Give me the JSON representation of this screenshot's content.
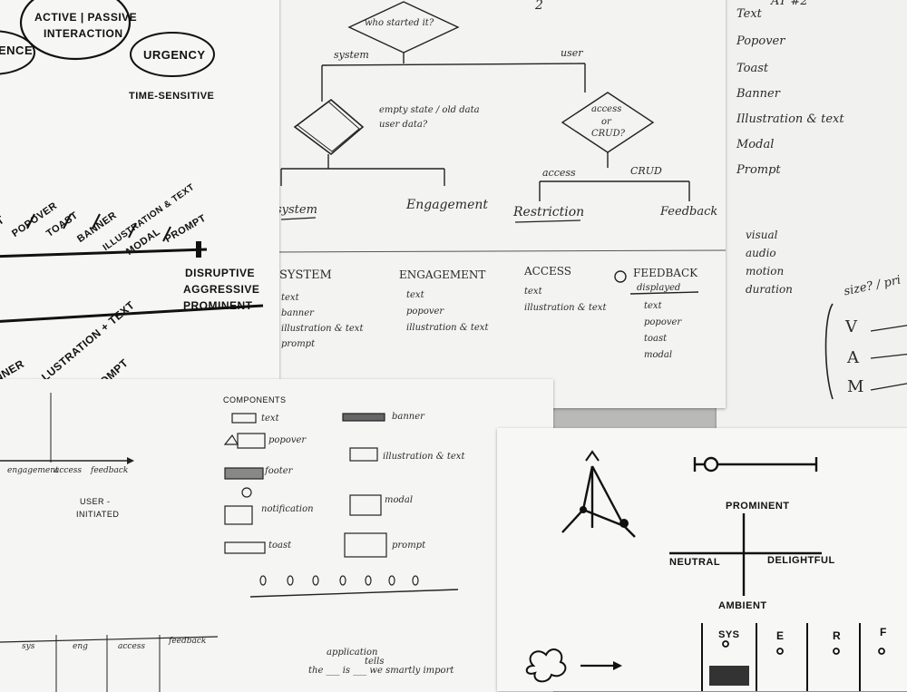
{
  "sheet_a": {
    "bubble_left": "ENCE",
    "bubble_main_line1": "ACTIVE | PASSIVE",
    "bubble_main_line2": "INTERACTION",
    "bubble_urgency": "URGENCY",
    "time_sensitive": "TIME-SENSITIVE",
    "scale_labels": [
      "XT",
      "POPOVER",
      "TOAST",
      "BANNER",
      "ILLUSTRATION & TEXT",
      "MODAL",
      "PROMPT"
    ],
    "disruptive": "DISRUPTIVE",
    "aggressive": "AGGRESSIVE",
    "prominent": "PROMINENT",
    "lower_labels": [
      "NNER",
      "LLUSTRATION + TEXT",
      "ROMPT"
    ]
  },
  "sheet_b": {
    "page_number": "2",
    "decision_top": "who started it?",
    "branch_system": "system",
    "branch_user": "user",
    "system_note_line1": "empty state / old data",
    "system_note_line2": "user data?",
    "decision_right_line1": "access",
    "decision_right_line2": "or",
    "decision_right_line3": "CRUD?",
    "branch_access": "access",
    "branch_crud": "CRUD",
    "leaf_system": "system",
    "leaf_engagement": "Engagement",
    "leaf_restriction": "Restriction",
    "leaf_feedback": "Feedback",
    "columns": [
      {
        "title": "SYSTEM",
        "items": [
          "text",
          "banner",
          "illustration & text",
          "prompt"
        ]
      },
      {
        "title": "ENGAGEMENT",
        "items": [
          "text",
          "popover",
          "illustration & text"
        ]
      },
      {
        "title": "ACCESS",
        "items": [
          "text",
          "illustration & text"
        ]
      },
      {
        "title": "FEEDBACK",
        "items": [
          "displayed",
          "text",
          "popover",
          "toast",
          "modal"
        ]
      }
    ]
  },
  "sheet_c": {
    "header": "AT #2",
    "items": [
      "Text",
      "Popover",
      "Toast",
      "Banner",
      "Illustration & text",
      "Modal",
      "Prompt"
    ],
    "dimensions": [
      "visual",
      "audio",
      "motion",
      "duration"
    ],
    "size_note": "size? / pri",
    "letters": [
      "V",
      "A",
      "M"
    ]
  },
  "sheet_d": {
    "axis_labels": [
      "engagement",
      "access",
      "feedback"
    ],
    "user_initiated_line1": "USER -",
    "user_initiated_line2": "INITIATED",
    "components_title": "COMPONENTS",
    "components": [
      {
        "label": "text"
      },
      {
        "label": "banner"
      },
      {
        "label": "popover"
      },
      {
        "label": "illustration & text"
      },
      {
        "label": "footer"
      },
      {
        "label": "notification"
      },
      {
        "label": "modal"
      },
      {
        "label": "toast"
      },
      {
        "label": "prompt"
      }
    ],
    "table_headers": [
      "sys",
      "eng",
      "access",
      "feedback"
    ],
    "note_line1": "application",
    "note_line2": "the ___ is ___ we smartly import",
    "note_line3": "tells"
  },
  "sheet_e": {
    "prominent": "PROMINENT",
    "ambient": "AMBIENT",
    "neutral": "NEUTRAL",
    "delightful": "DELIGHTFUL",
    "table_headers": [
      "SYS",
      "E",
      "R",
      "F"
    ]
  },
  "colors": {
    "paper": "#f4f4f2",
    "ink": "#1a1a1a",
    "background": "#b9b9b7"
  }
}
